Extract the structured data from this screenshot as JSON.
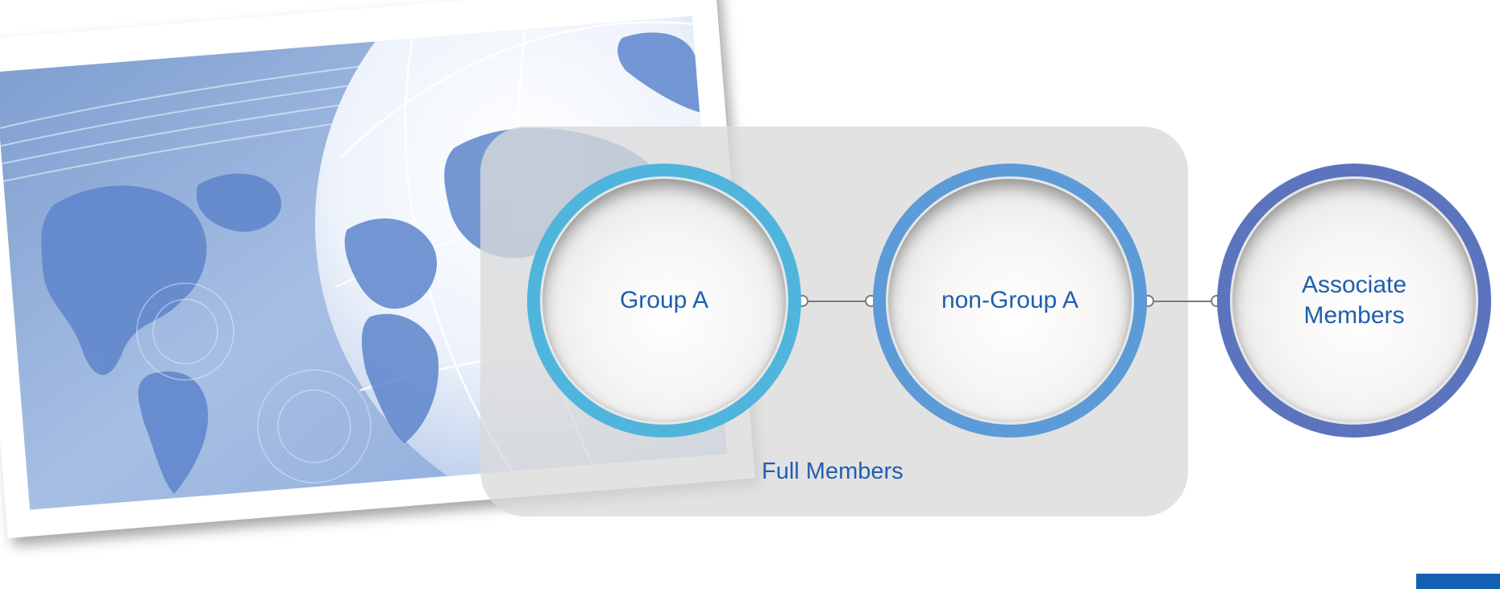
{
  "diagram": {
    "group": {
      "label": "Full Members"
    },
    "nodes": [
      {
        "label": "Group A",
        "ring_color": "#4fb5dd"
      },
      {
        "label": "non-Group A",
        "ring_color": "#5c9bd8"
      },
      {
        "label": "Associate Members",
        "ring_color": "#5b74bd"
      }
    ],
    "connectors": [
      {
        "from": "Group A",
        "to": "non-Group A"
      },
      {
        "from": "non-Group A",
        "to": "Associate Members"
      }
    ]
  },
  "image": {
    "description_icon": "world-map-globe-icon"
  },
  "colors": {
    "text": "#1f5fae",
    "panel": "#dadada",
    "accent_block": "#1260b3"
  }
}
